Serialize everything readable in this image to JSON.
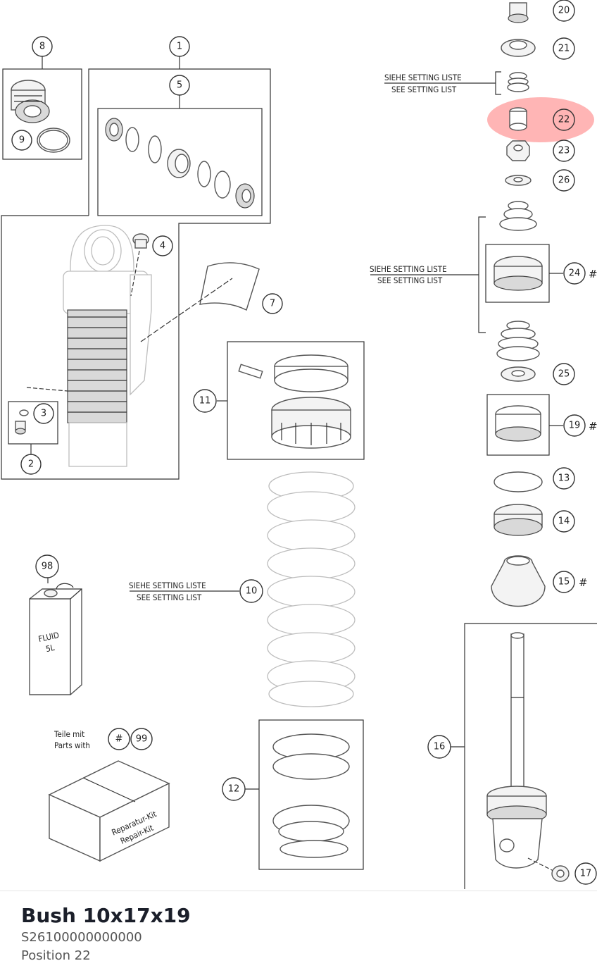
{
  "callouts": {
    "c1": "1",
    "c2": "2",
    "c3": "3",
    "c4": "4",
    "c5": "5",
    "c7": "7",
    "c8": "8",
    "c9": "9",
    "c10": "10",
    "c11": "11",
    "c12": "12",
    "c13": "13",
    "c14": "14",
    "c15": "15",
    "c16": "16",
    "c17": "17",
    "c19": "19",
    "c20": "20",
    "c21": "21",
    "c22": "22",
    "c23": "23",
    "c24": "24",
    "c25": "25",
    "c26": "26",
    "c98": "98",
    "c99": "99",
    "hash": "#"
  },
  "setting_note": {
    "de": "SIEHE SETTING LISTE",
    "en": "SEE SETTING LIST"
  },
  "hash_marker": "#",
  "kit_note": {
    "de": "Teile mit",
    "en": "Parts with"
  },
  "can_label": {
    "line1": "FLUID",
    "line2": "5L"
  },
  "box_label": {
    "line1": "Reparatur-Kit",
    "line2": "Repair-Kit"
  },
  "selected_part": {
    "title": "Bush 10x17x19",
    "number": "S26100000000000",
    "position": "Position 22",
    "highlight_color": "#ff5a5a"
  }
}
